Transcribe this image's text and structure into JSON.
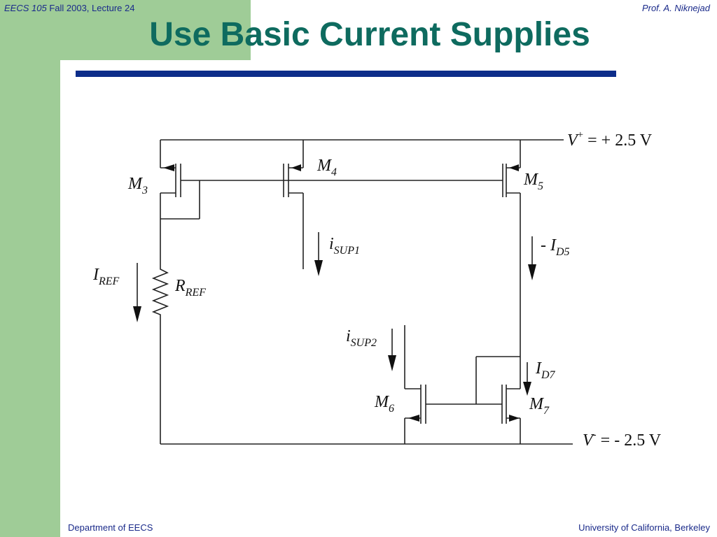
{
  "header": {
    "course_code": "EECS 105",
    "course_term": " Fall 2003, Lecture 24",
    "professor": "Prof. A. Niknejad"
  },
  "slide": {
    "title": "Use Basic Current Supplies"
  },
  "diagram": {
    "transistors": [
      {
        "id": "M3",
        "name": "M",
        "sub": "3"
      },
      {
        "id": "M4",
        "name": "M",
        "sub": "4"
      },
      {
        "id": "M5",
        "name": "M",
        "sub": "5"
      },
      {
        "id": "M6",
        "name": "M",
        "sub": "6"
      },
      {
        "id": "M7",
        "name": "M",
        "sub": "7"
      }
    ],
    "resistor": {
      "name": "R",
      "sub": "REF"
    },
    "currents": {
      "iref": {
        "name": "I",
        "sub": "REF"
      },
      "isup1": {
        "name": "i",
        "sub": "SUP1"
      },
      "isup2": {
        "name": "i",
        "sub": "SUP2"
      },
      "id5": {
        "prefix": "- ",
        "name": "I",
        "sub": "D5"
      },
      "id7": {
        "name": "I",
        "sub": "D7"
      }
    },
    "supplies": {
      "vpos": {
        "name": "V",
        "sup": "+",
        "rest": " = + 2.5 V"
      },
      "vneg": {
        "name": "V",
        "sup": "-",
        "rest": " = - 2.5 V"
      }
    }
  },
  "footer": {
    "department": "Department of EECS",
    "university": "University of California, Berkeley"
  }
}
